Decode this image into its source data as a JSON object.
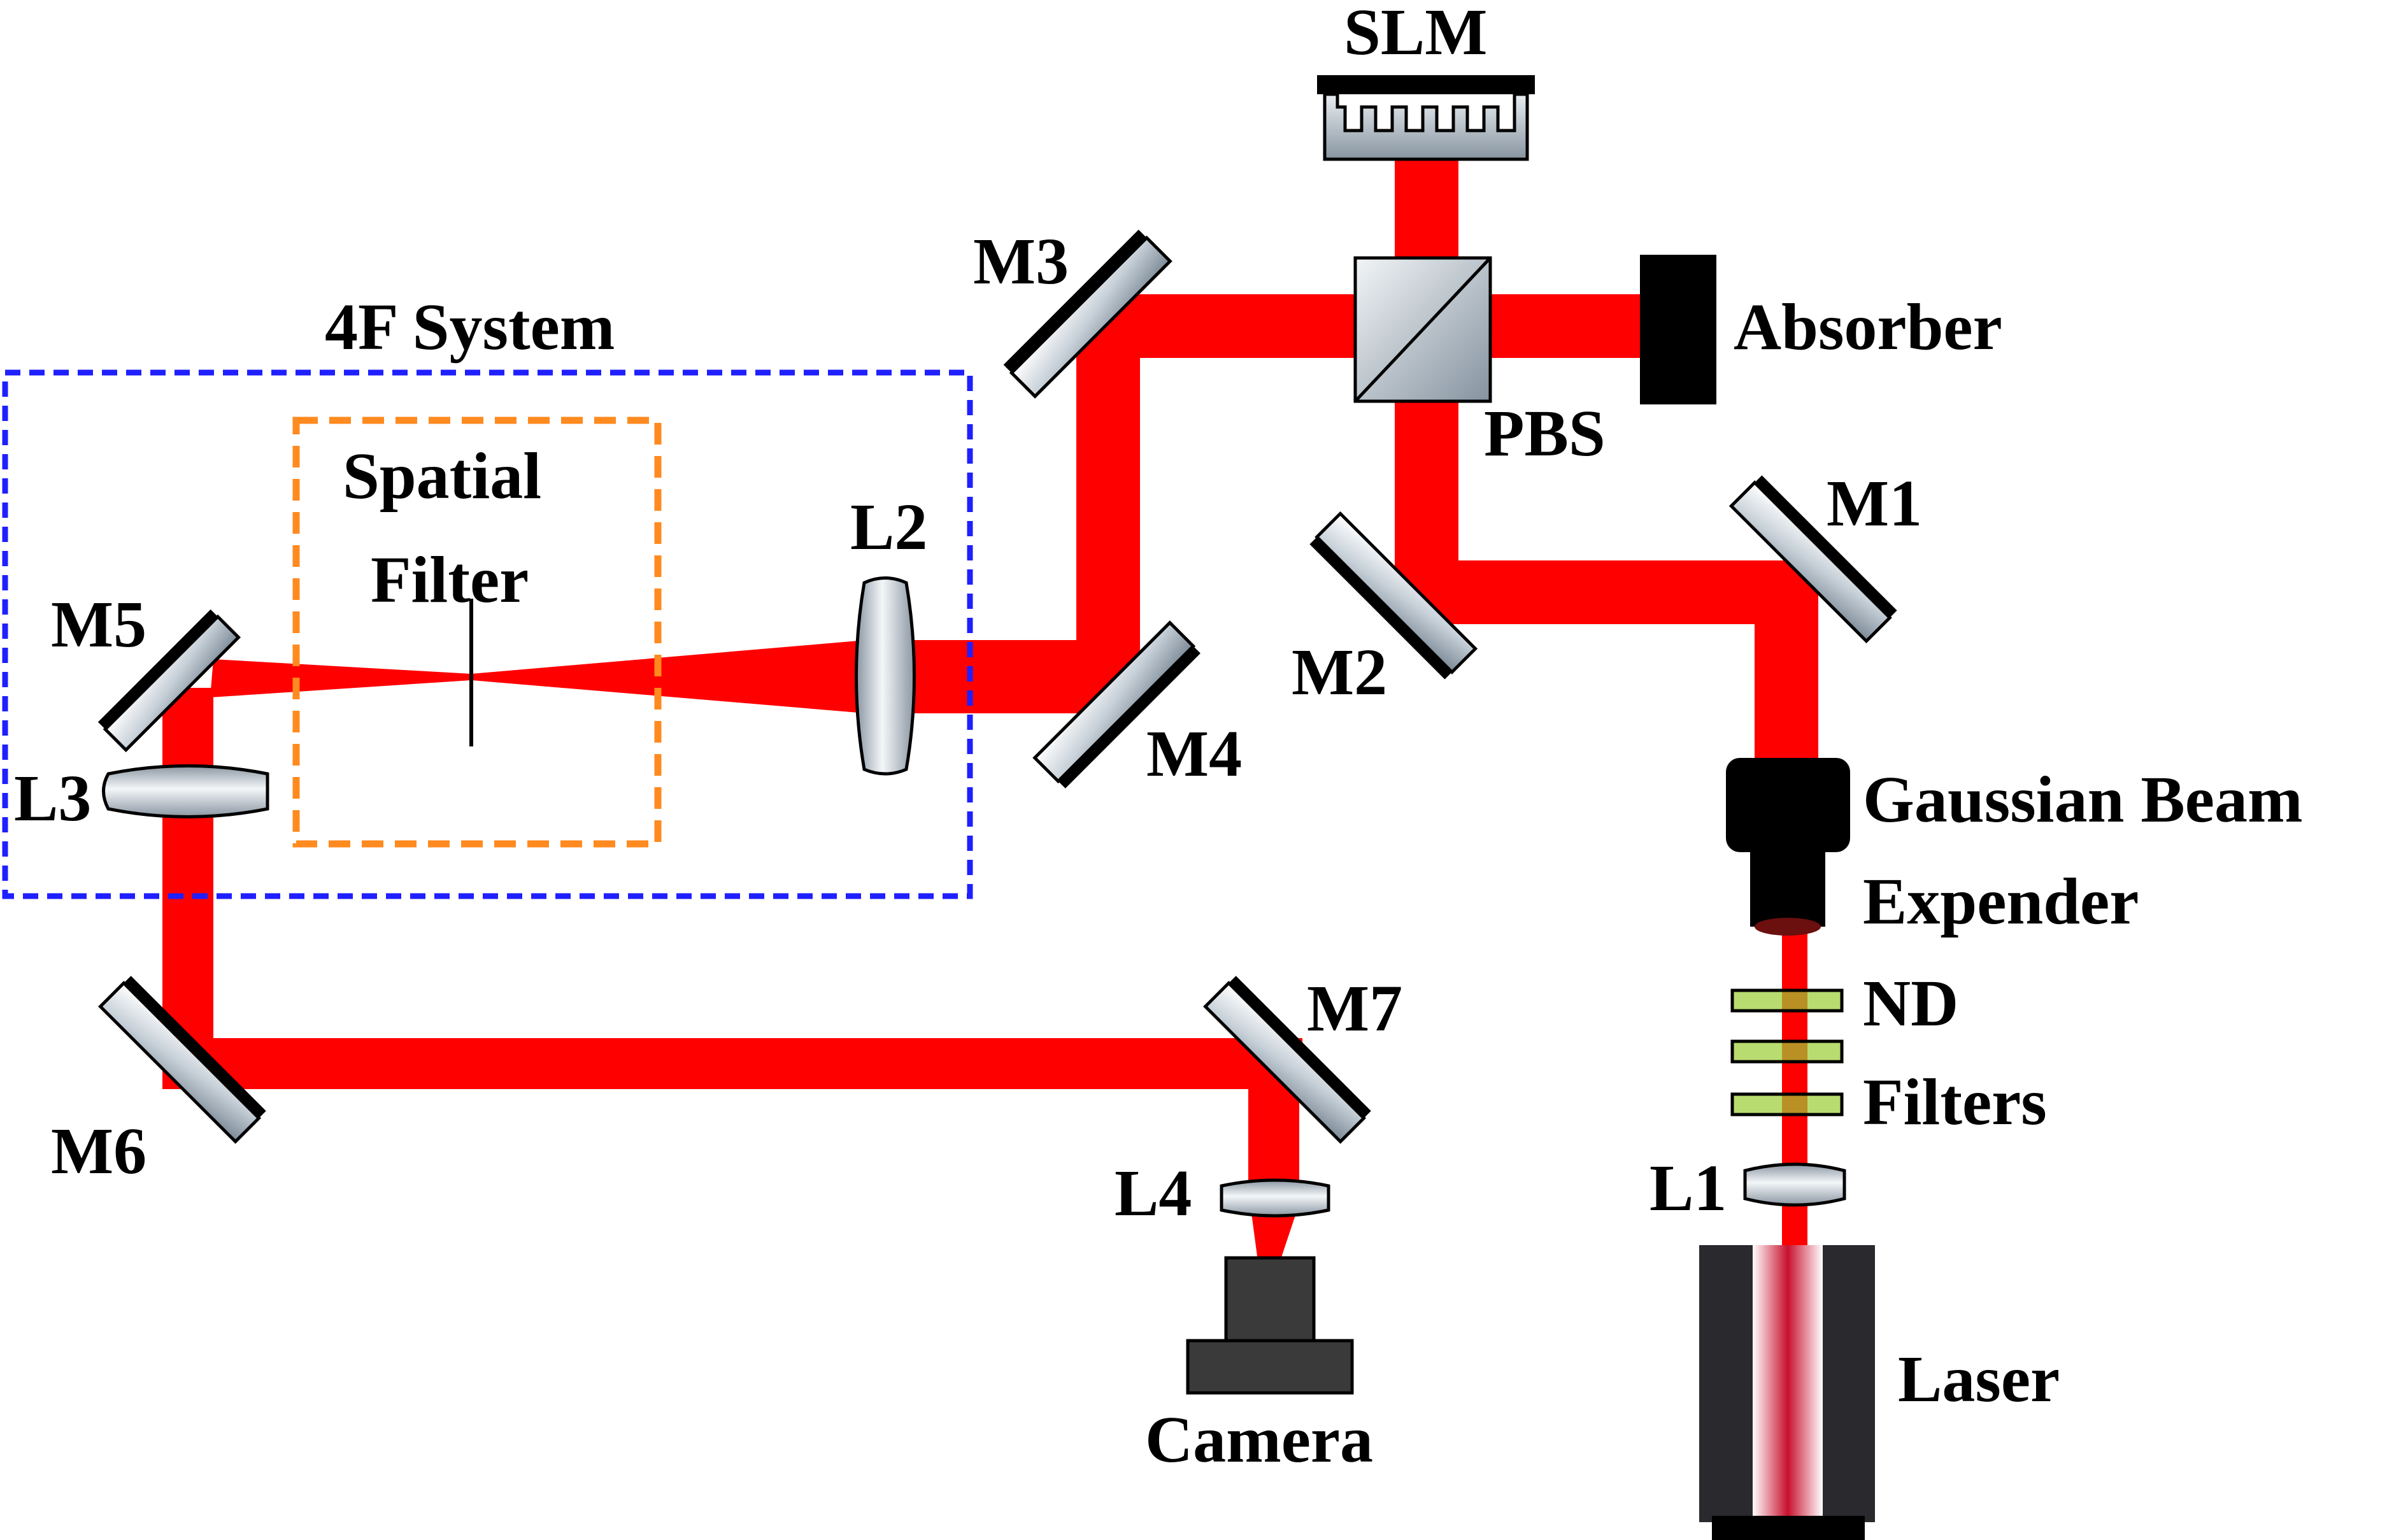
{
  "labels": {
    "slm": "SLM",
    "absorber": "Absorber",
    "pbs": "PBS",
    "m1": "M1",
    "m2": "M2",
    "m3": "M3",
    "m4": "M4",
    "m5": "M5",
    "m6": "M6",
    "m7": "M7",
    "l1": "L1",
    "l2": "L2",
    "l3": "L3",
    "l4": "L4",
    "four_f": "4F System",
    "spatial_filter_line1": "Spatial",
    "spatial_filter_line2": "Filter",
    "beam_expander_line1": "Gaussian Beam",
    "beam_expander_line2": "Expender",
    "nd_line1": "ND",
    "nd_line2": "Filters",
    "laser": "Laser",
    "camera": "Camera"
  },
  "colors": {
    "beam": "#ff0000",
    "four_f_box": "#1f1fff",
    "spatial_filter_box": "#ff8a1f",
    "nd_filter": "#9acd32"
  }
}
